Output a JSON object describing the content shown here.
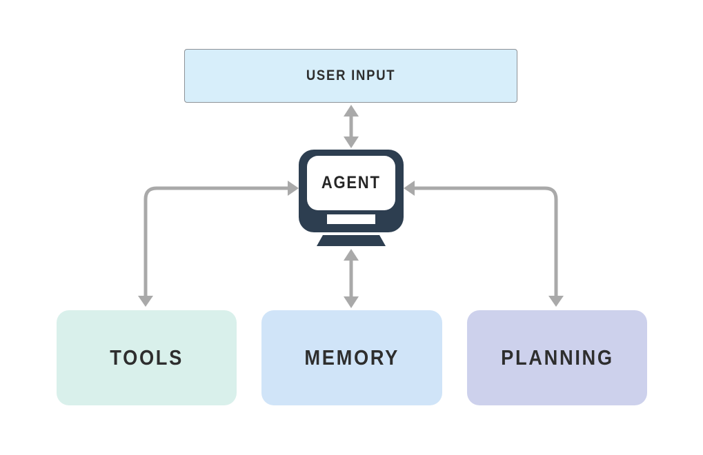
{
  "diagram": {
    "background": "#ffffff",
    "arrow_color": "#a9a9a9",
    "text_color": "#2e2e2e",
    "nodes": {
      "user_input": {
        "label": "USER INPUT",
        "fill": "#d7eefa",
        "border": "#8c9196",
        "shape": "rectangle"
      },
      "agent": {
        "label": "AGENT",
        "fill": "#2d3e50",
        "icon": "computer-monitor-icon",
        "shape": "monitor"
      },
      "tools": {
        "label": "TOOLS",
        "fill": "#d9f0eb",
        "shape": "rounded-rectangle"
      },
      "memory": {
        "label": "MEMORY",
        "fill": "#d0e4f8",
        "shape": "rounded-rectangle"
      },
      "planning": {
        "label": "PLANNING",
        "fill": "#cdd1ec",
        "shape": "rounded-rectangle"
      }
    },
    "edges": [
      {
        "from": "user_input",
        "to": "agent",
        "bidirectional": true,
        "style": "straight-vertical"
      },
      {
        "from": "agent",
        "to": "tools",
        "bidirectional": true,
        "style": "elbow-left"
      },
      {
        "from": "agent",
        "to": "memory",
        "bidirectional": true,
        "style": "straight-vertical"
      },
      {
        "from": "agent",
        "to": "planning",
        "bidirectional": true,
        "style": "elbow-right"
      }
    ]
  }
}
